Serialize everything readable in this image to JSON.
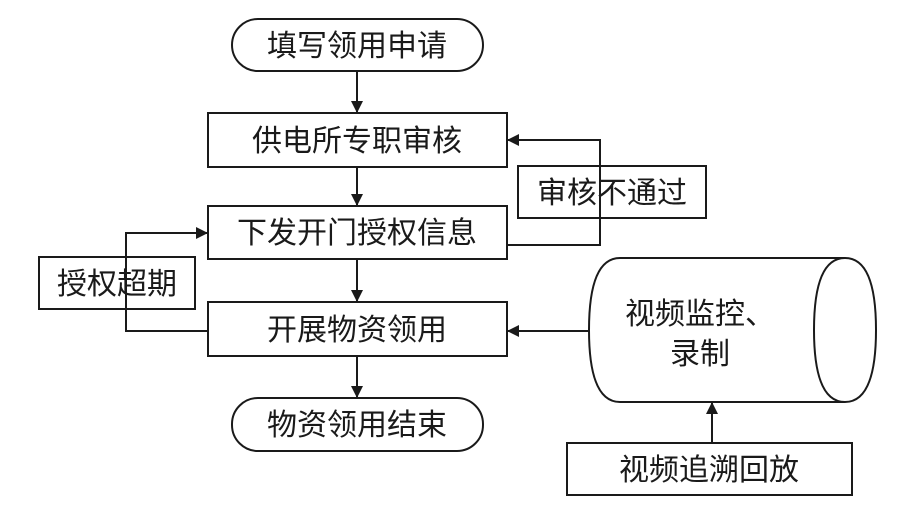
{
  "nodes": {
    "start": "填写领用申请",
    "review": "供电所专职审核",
    "reject": "审核不通过",
    "authorize": "下发开门授权信息",
    "expired": "授权超期",
    "collect": "开展物资领用",
    "end": "物资领用结束",
    "monitor_line1": "视频监控、",
    "monitor_line2": "录制",
    "playback": "视频追溯回放"
  },
  "colors": {
    "stroke": "#1a1a1a",
    "fill": "#ffffff"
  }
}
